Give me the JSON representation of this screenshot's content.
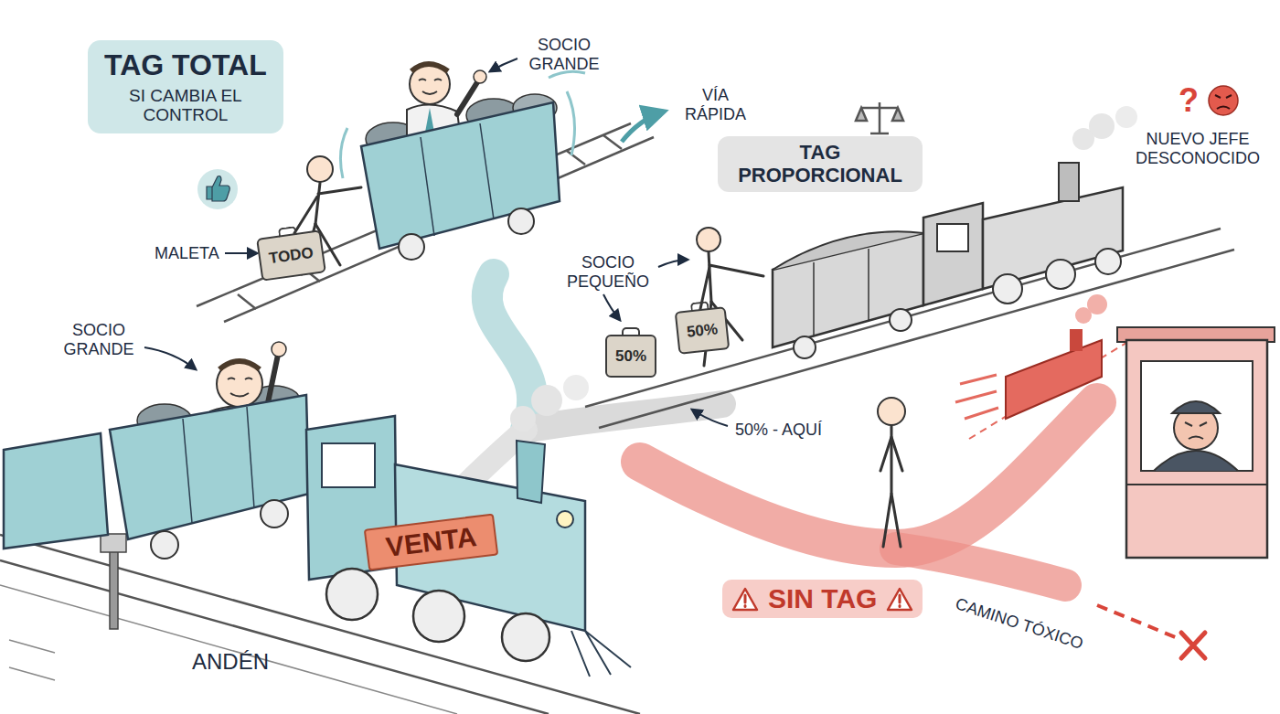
{
  "diagram": {
    "nodes": [
      {
        "text": [
          "TAG TOTAL",
          "SI CAMBIA EL CONTROL"
        ]
      },
      {
        "text": [
          "TODO"
        ]
      },
      {
        "text": [
          "TAG PROPORCIONAL"
        ]
      },
      {
        "text": [
          "50%"
        ]
      },
      {
        "text": [
          "50%"
        ]
      },
      {
        "text": [
          "VENTA"
        ]
      },
      {
        "text": [
          "SIN TAG"
        ]
      }
    ],
    "labels": [
      "SOCIO GRANDE",
      "VÍA RÁPIDA",
      "MALETA",
      "SOCIO PEQUEÑO",
      "SOCIO GRANDE",
      "50% - AQUÍ",
      "?",
      "NUEVO JEFE DESCONOCIDO",
      "CAMINO TÓXICO",
      "ANDÉN"
    ]
  }
}
